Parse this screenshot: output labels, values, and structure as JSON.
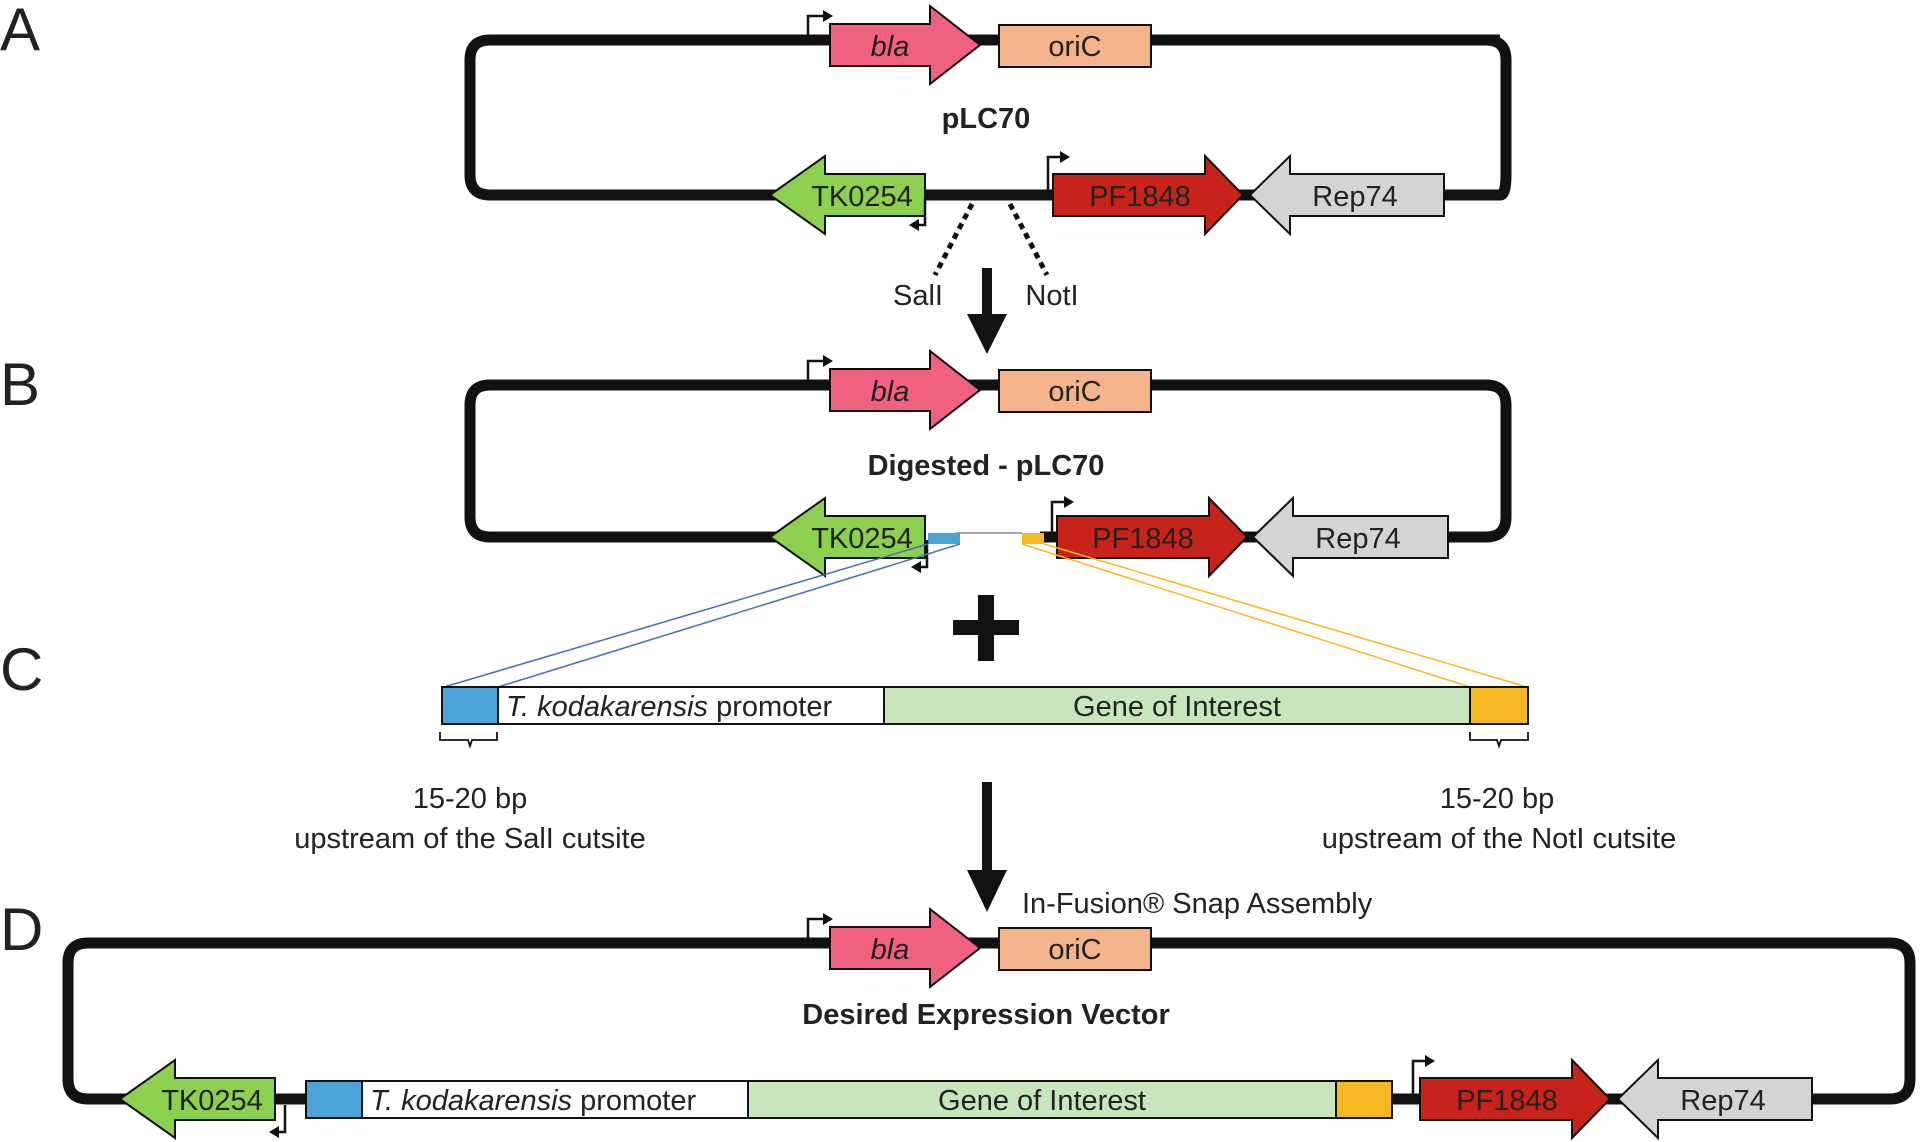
{
  "panels": {
    "a": "A",
    "b": "B",
    "c": "C",
    "d": "D"
  },
  "genes": {
    "bla": "bla",
    "oric": "oriC",
    "tk0254": "TK0254",
    "pf1848": "PF1848",
    "rep74": "Rep74"
  },
  "plasmid_titles": {
    "a": "pLC70",
    "b": "Digested - pLC70",
    "d": "Desired Expression Vector"
  },
  "enzymes": {
    "sali": "SalI",
    "noti": "NotI"
  },
  "insert": {
    "promoter_species": "T. kodakarensis",
    "promoter_word": " promoter",
    "gene": "Gene of Interest"
  },
  "notes": {
    "left_line1": "15-20 bp",
    "left_line2": "upstream of the SalI cutsite",
    "right_line1": "15-20 bp",
    "right_line2": "upstream of the NotI cutsite",
    "assembly": "In-Fusion® Snap Assembly"
  },
  "symbols": {
    "plus": "+"
  },
  "colors": {
    "bla": "#f0617f",
    "oric": "#f5b38c",
    "tk0254": "#8dcf4f",
    "pf1848": "#c8231b",
    "rep74": "#d4d4d4",
    "homology_left": "#4aa3d6",
    "homology_right": "#f5b820",
    "gene_of_interest": "#c8e5be",
    "backbone": "#111111"
  }
}
